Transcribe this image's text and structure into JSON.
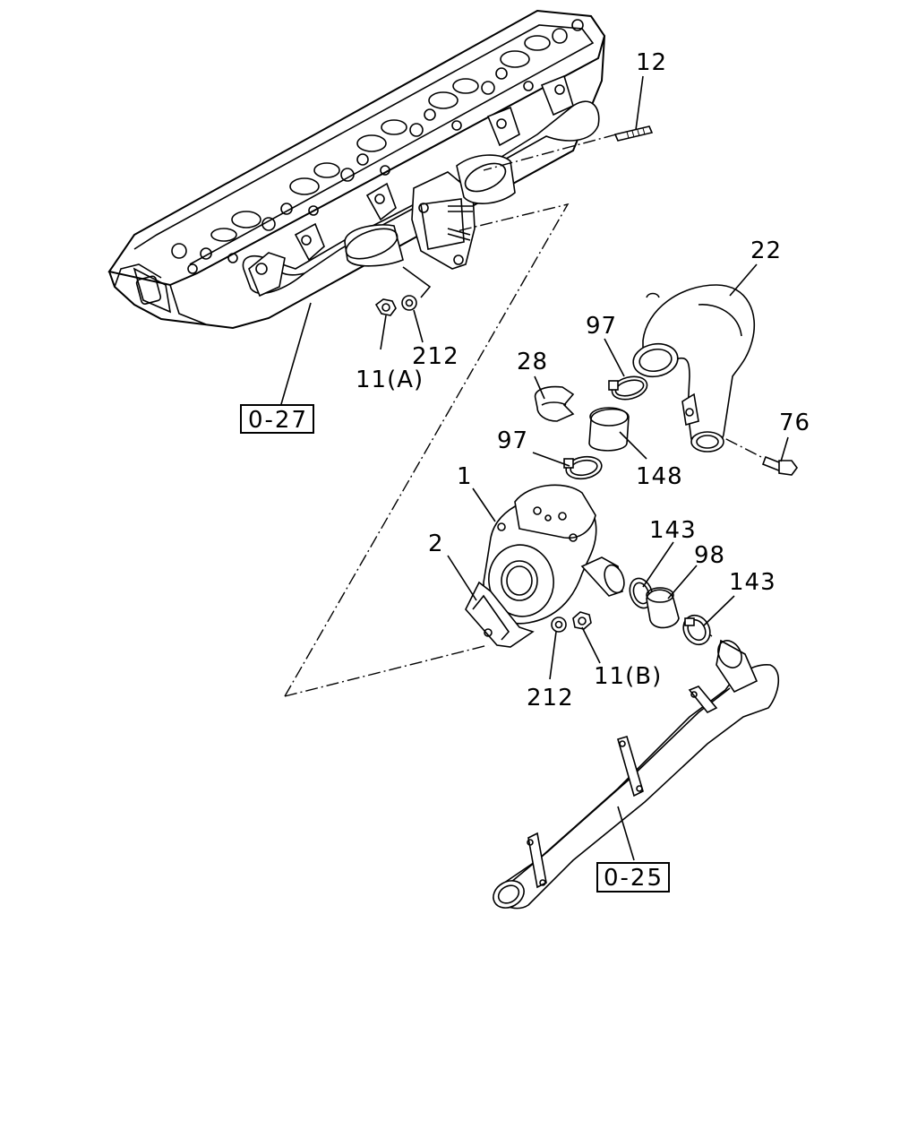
{
  "diagram": {
    "callouts": {
      "c12": "12",
      "c22": "22",
      "c97a": "97",
      "c28": "28",
      "c212a": "212",
      "c11a": "11(A)",
      "c76": "76",
      "c97b": "97",
      "c148": "148",
      "c1": "1",
      "c2": "2",
      "c143a": "143",
      "c98": "98",
      "c143b": "143",
      "c212b": "212",
      "c11b": "11(B)"
    },
    "references": {
      "ref_top": "0-27",
      "ref_bottom": "0-25"
    }
  }
}
